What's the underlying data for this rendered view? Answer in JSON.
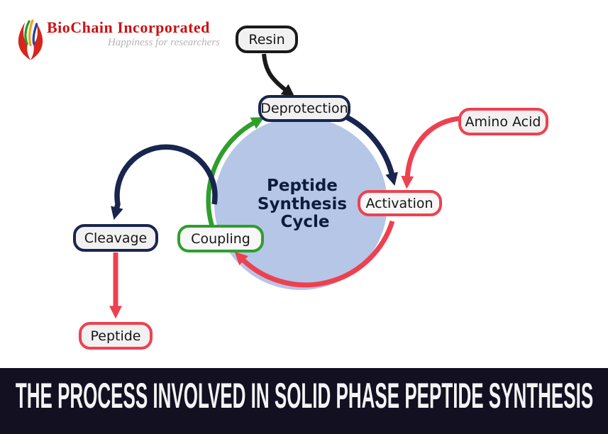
{
  "logo": {
    "company": "BioChain Incorporated",
    "tagline": "Happiness for researchers"
  },
  "diagram": {
    "title_lines": [
      "Peptide",
      "Synthesis",
      "Cycle"
    ],
    "nodes": [
      {
        "id": "resin",
        "label": "Resin",
        "border": "#1a1a1a"
      },
      {
        "id": "deprotection",
        "label": "Deprotection",
        "border": "#18254f"
      },
      {
        "id": "amino_acid",
        "label": "Amino Acid",
        "border": "#ee4150"
      },
      {
        "id": "activation",
        "label": "Activation",
        "border": "#ee4150"
      },
      {
        "id": "coupling",
        "label": "Coupling",
        "border": "#2f9e2d"
      },
      {
        "id": "cleavage",
        "label": "Cleavage",
        "border": "#18254f"
      },
      {
        "id": "peptide",
        "label": "Peptide",
        "border": "#ee4150"
      }
    ],
    "edges": [
      {
        "from": "Resin",
        "to": "Deprotection",
        "color": "#1a1a1a"
      },
      {
        "from": "Deprotection",
        "to": "Activation",
        "color": "#18254f"
      },
      {
        "from": "Amino Acid",
        "to": "Activation",
        "color": "#ee4150"
      },
      {
        "from": "Activation",
        "to": "Coupling",
        "color": "#ee4150"
      },
      {
        "from": "Coupling",
        "to": "Deprotection",
        "color": "#2f9e2d"
      },
      {
        "from": "Coupling",
        "to": "Cleavage",
        "color": "#18254f"
      },
      {
        "from": "Cleavage",
        "to": "Peptide",
        "color": "#ee4150"
      }
    ],
    "colors": {
      "circle_fill": "#b6c6e7",
      "navy": "#18254f",
      "red": "#ee4150",
      "green": "#2f9e2d",
      "black": "#1a1a1a",
      "node_fill": "#f1f1f1",
      "amino_acid_text": "#55161f"
    }
  },
  "banner": {
    "title": "THE PROCESS INVOLVED IN SOLID PHASE PEPTIDE SYNTHESIS",
    "bg": "#131021"
  }
}
